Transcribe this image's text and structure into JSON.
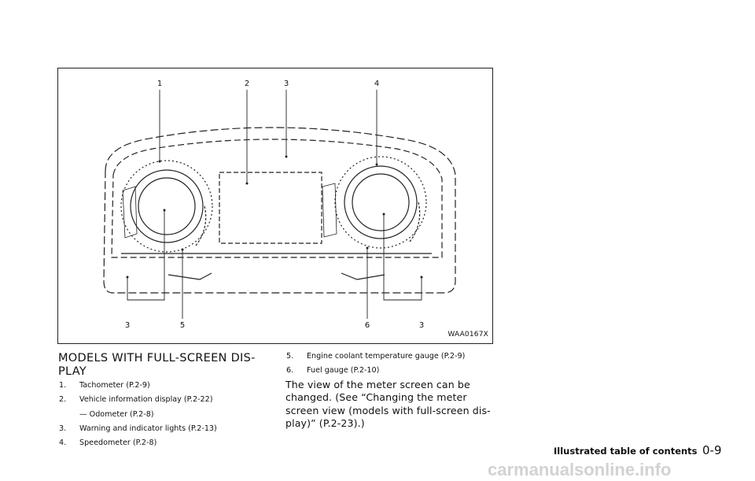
{
  "figure": {
    "code": "WAA0167X",
    "callouts": {
      "top": [
        "1",
        "2",
        "3",
        "4"
      ],
      "bottom": [
        "3",
        "5",
        "6",
        "3"
      ]
    }
  },
  "section": {
    "heading": "MODELS WITH FULL-SCREEN DIS-PLAY",
    "items_left": [
      {
        "num": "1.",
        "text": "Tachometer (P.2-9)"
      },
      {
        "num": "2.",
        "text": "Vehicle information display (P.2-22)"
      },
      {
        "num": "",
        "text": "— Odometer (P.2-8)"
      },
      {
        "num": "3.",
        "text": "Warning and indicator lights (P.2-13)"
      },
      {
        "num": "4.",
        "text": "Speedometer (P.2-8)"
      }
    ],
    "items_right": [
      {
        "num": "5.",
        "text": "Engine coolant temperature gauge (P.2-9)"
      },
      {
        "num": "6.",
        "text": "Fuel gauge (P.2-10)"
      }
    ],
    "paragraph": "The view of the meter screen can be changed. (See “Changing the meter screen view (models with full-screen dis-play)” (P.2-23).)"
  },
  "footer": {
    "title": "Illustrated table of contents",
    "page": "0-9"
  },
  "watermark": "carmanualsonline.info"
}
